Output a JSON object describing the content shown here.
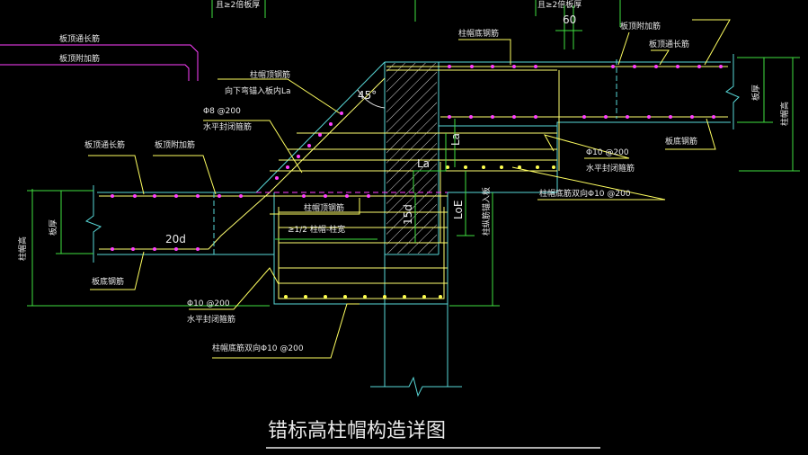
{
  "title": "错标高柱帽构造详图",
  "labels": {
    "top_note_left": "且≥2倍板厚",
    "top_note_right": "且≥2倍板厚",
    "dim_60": "60",
    "slab_top_through_left": "板顶通长筋",
    "slab_top_add_left": "板顶附加筋",
    "cap_top_bar": "柱帽顶钢筋",
    "cap_top_bar_2": "向下弯锚入板内La",
    "angle_45": "45°",
    "phi8": "Φ8 @200",
    "horiz_stirrup_1": "水平封闭箍筋",
    "slab_top_through_2": "板顶通长筋",
    "slab_top_add_2": "板顶附加筋",
    "cap_top_bar_3": "柱帽顶钢筋",
    "half_width": "≥1/2 柱帽-柱宽",
    "dim_20d": "20d",
    "thickness_left": "板厚",
    "col_cap_height_left": "柱帽高",
    "slab_bottom_left": "板底钢筋",
    "phi10_bottom": "Φ10 @200",
    "horiz_stirrup_bottom": "水平封闭箍筋",
    "cap_bottom_bidir_bottom": "柱帽底筋双向Φ10 @200",
    "col_cap_bottom_right": "柱帽底钢筋",
    "slab_top_add_right": "板顶附加筋",
    "slab_top_through_right": "板顶通长筋",
    "thickness_right": "板厚",
    "col_cap_height_right": "柱帽高",
    "slab_bottom_right": "板底钢筋",
    "phi10_right": "Φ10 @200",
    "horiz_stirrup_right": "水平封闭箍筋",
    "cap_bottom_bidir_right": "柱帽底筋双向Φ10 @200",
    "la_1": "La",
    "la_2": "La",
    "loe": "LoE",
    "d15": "15d",
    "col_longitudinal": "柱纵筋锚入板"
  },
  "colors": {
    "concrete": "#58d8d8",
    "rebar": "#ffff70",
    "dots_magenta": "#ff40ff",
    "dots_yellow": "#ffff50",
    "dimension": "#40e040",
    "leader": "#ffff60",
    "hatch": "#e0e0e0",
    "note_line": "#ff40ff"
  }
}
